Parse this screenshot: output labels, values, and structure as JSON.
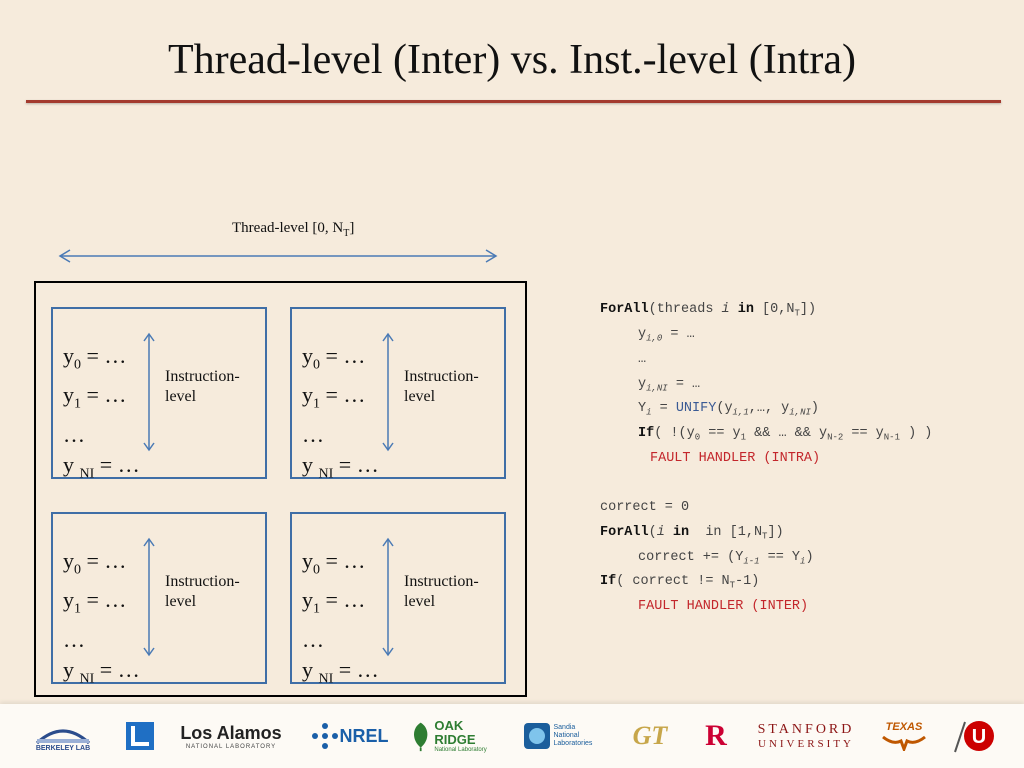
{
  "slide": {
    "title": "Thread-level (Inter) vs. Inst.-level (Intra)"
  },
  "diagram": {
    "thread_label_prefix": "Thread-level [0, N",
    "thread_label_sub": "T",
    "thread_label_suffix": "]",
    "cell": {
      "y": "y",
      "sub0": "0",
      "sub1": "1",
      "subN": "NI",
      "eq": " = …",
      "eq_short": "= …",
      "ellipsis": "…",
      "label_line1": "Instruction-",
      "label_line2": "level"
    }
  },
  "code": {
    "forall": "ForAll",
    "threads": "(threads ",
    "i": "i",
    "in": " in ",
    "range1": "[0,N",
    "T": "T",
    "close": "])",
    "yi0": "y",
    "yi0_sub": "i,0",
    "eq_dots": " = …",
    "dots": "…",
    "yiN_sub": "i,NI",
    "Yi": "Y",
    "unify_eq": " = ",
    "unify": "UNIFY",
    "unify_args_open": "(y",
    "unify_sub1": "i,1",
    "unify_mid": ",…, y",
    "unify_sub2": "i,NI",
    "paren_close": ")",
    "if": "If",
    "if_cond_a": "( !(y",
    "s0": "0",
    "eqeq": " == y",
    "s1": "1",
    "and_dots": " && … && y",
    "sN2": "N-2",
    "sN1": "N-1",
    "end": " ) )",
    "fault_intra": "FAULT HANDLER (INTRA)",
    "correct_init": "correct = 0",
    "forall2_open": "(",
    "range2": " in [1,N",
    "correct_inc": "correct += (Y",
    "im1": "i-1",
    "eqY": " == Y",
    "if2": "If",
    "correct_chk": "( correct != N",
    "minus1": "-1)",
    "fault_inter": "FAULT HANDLER (INTER)"
  },
  "footer": {
    "logos": [
      {
        "name": "Berkeley Lab",
        "text": "BERKELEY LAB",
        "color": "#2b4c8c"
      },
      {
        "name": "LLNL",
        "text": "",
        "color": "#1f6fc4"
      },
      {
        "name": "Los Alamos",
        "text": "Los Alamos",
        "sub": "NATIONAL LABORATORY",
        "color": "#222222"
      },
      {
        "name": "NREL",
        "text": "NREL",
        "color": "#1a5fa8"
      },
      {
        "name": "Oak Ridge",
        "text": "OAK RIDGE",
        "sub": "National Laboratory",
        "color": "#2e7d32"
      },
      {
        "name": "Sandia",
        "text": "Sandia National Laboratories",
        "color": "#1b5e9c"
      },
      {
        "name": "Georgia Tech",
        "text": "GT",
        "color": "#c7a64a"
      },
      {
        "name": "Rutgers",
        "text": "R",
        "color": "#cc0033"
      },
      {
        "name": "Stanford",
        "text": "STANFORD",
        "sub": "UNIVERSITY",
        "color": "#8c1515"
      },
      {
        "name": "Texas",
        "text": "TEXAS",
        "color": "#bf5700"
      },
      {
        "name": "Utah",
        "text": "U",
        "color": "#cc0000"
      }
    ]
  },
  "colors": {
    "background": "#f6ebdc",
    "title_rule": "#a33a2e",
    "cell_border": "#3f6ea6",
    "arrow": "#4a7ab5",
    "code_keyword_fn": "#3a5a94",
    "fault_red": "#c3262b"
  }
}
